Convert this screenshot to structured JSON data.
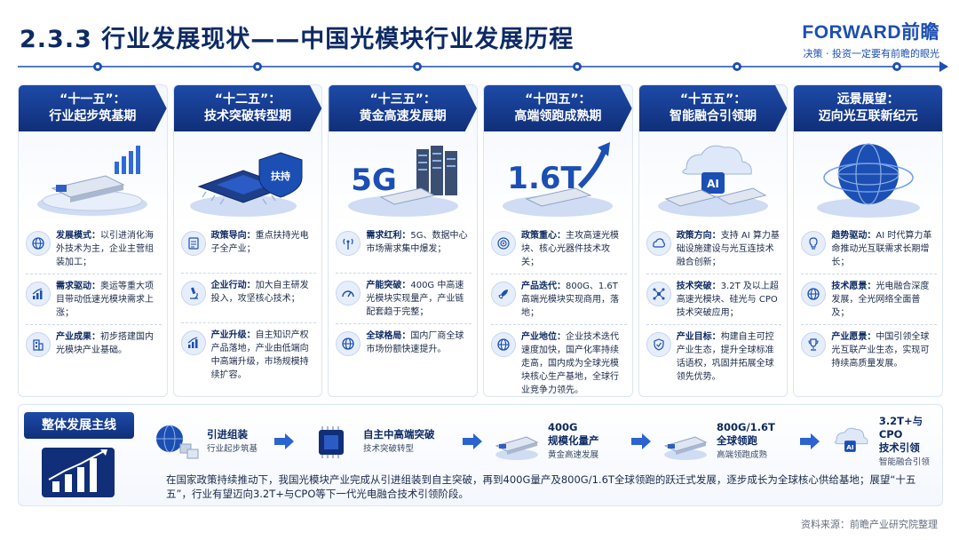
{
  "title": "2.3.3 行业发展现状——中国光模块行业发展历程",
  "brand": {
    "name": "FORWARD前瞻",
    "tagline": "决策 · 投资一定要有前瞻的眼光"
  },
  "phases": [
    {
      "period": "“十一五”：",
      "title": "行业起步筑基期",
      "items": [
        {
          "label": "发展模式：",
          "text": "以引进消化海外技术为主，企业主营组装加工；",
          "icon": "globe-icon"
        },
        {
          "label": "需求驱动：",
          "text": "奥运等重大项目带动低速光模块需求上涨；",
          "icon": "growth-chart-icon"
        },
        {
          "label": "产业成果：",
          "text": "初步搭建国内光模块产业基础。",
          "icon": "building-icon"
        }
      ]
    },
    {
      "period": "“十二五”：",
      "title": "技术突破转型期",
      "badge": "扶持",
      "items": [
        {
          "label": "政策导向：",
          "text": "重点扶持光电子全产业；",
          "icon": "document-icon"
        },
        {
          "label": "企业行动：",
          "text": "加大自主研发投入，攻坚核心技术；",
          "icon": "microscope-icon"
        },
        {
          "label": "产业升级：",
          "text": "自主知识产权产品落地，产业由低端向中高端升级，市场规模持续扩容。",
          "icon": "growth-chart-icon"
        }
      ]
    },
    {
      "period": "“十三五”：",
      "title": "黄金高速发展期",
      "badge": "5G",
      "items": [
        {
          "label": "需求红利：",
          "text": "5G、数据中心市场需求集中爆发；",
          "icon": "antenna-icon"
        },
        {
          "label": "产能突破：",
          "text": "400G 中高速光模块实现量产，产业链配套趋于完整；",
          "icon": "gauge-icon"
        },
        {
          "label": "全球格局：",
          "text": "国内厂商全球市场份额快速提升。",
          "icon": "globe-icon"
        }
      ]
    },
    {
      "period": "“十四五”：",
      "title": "高端领跑成熟期",
      "badge": "1.6T",
      "items": [
        {
          "label": "政策重心：",
          "text": "主攻高速光模块、核心光器件技术攻关；",
          "icon": "target-icon"
        },
        {
          "label": "产品迭代：",
          "text": "800G、1.6T 高端光模块实现商用，落地；",
          "icon": "rocket-icon"
        },
        {
          "label": "产业地位：",
          "text": "企业技术迭代速度加快，国产化率持续走高，国内成为全球光模块核心生产基地，全球行业竞争力领先。",
          "icon": "globe-icon"
        }
      ]
    },
    {
      "period": "“十五五”：",
      "title": "智能融合引领期",
      "badge": "AI",
      "items": [
        {
          "label": "政策方向：",
          "text": "支持 AI 算力基础设施建设与光互连技术融合创新；",
          "icon": "cloud-icon"
        },
        {
          "label": "技术突破：",
          "text": "3.2T 及以上超高速光模块、硅光与 CPO 技术突破应用；",
          "icon": "network-icon"
        },
        {
          "label": "产业目标：",
          "text": "构建自主可控产业生态，提升全球标准话语权，巩固并拓展全球领先优势。",
          "icon": "shield-icon"
        }
      ]
    },
    {
      "period": "远景展望：",
      "title": "迈向光互联新纪元",
      "items": [
        {
          "label": "趋势驱动：",
          "text": "AI 时代算力革命推动光互联需求长期增长；",
          "icon": "bulb-icon"
        },
        {
          "label": "技术愿景：",
          "text": "光电融合深度发展，全光网络全面普及；",
          "icon": "globe-icon"
        },
        {
          "label": "产业愿景：",
          "text": "中国引领全球光互联产业生态，实现可持续高质量发展。",
          "icon": "trophy-icon"
        }
      ]
    }
  ],
  "main_line": {
    "label": "整体发展主线",
    "steps": [
      {
        "title": "引进组装",
        "sub": "行业起步筑基"
      },
      {
        "title": "自主中高端突破",
        "sub": "技术突破转型"
      },
      {
        "title": "400G\n规模化量产",
        "sub": "黄金高速发展"
      },
      {
        "title": "800G/1.6T\n全球领跑",
        "sub": "高端领跑成熟"
      },
      {
        "title": "3.2T+与CPO\n技术引领",
        "sub": "智能融合引领"
      }
    ],
    "summary": "在国家政策持续推动下，我国光模块产业完成从引进组装到自主突破，再到400G量产及800G/1.6T全球领跑的跃迁式发展，逐步成长为全球核心供给基地；展望“十五五”，行业有望迈向3.2T+与CPO等下一代光电融合技术引领阶段。"
  },
  "source": "资料来源：前瞻产业研究院整理",
  "colors": {
    "primary": "#102f78",
    "accent": "#1c4fb3",
    "light": "#e7eefb"
  }
}
